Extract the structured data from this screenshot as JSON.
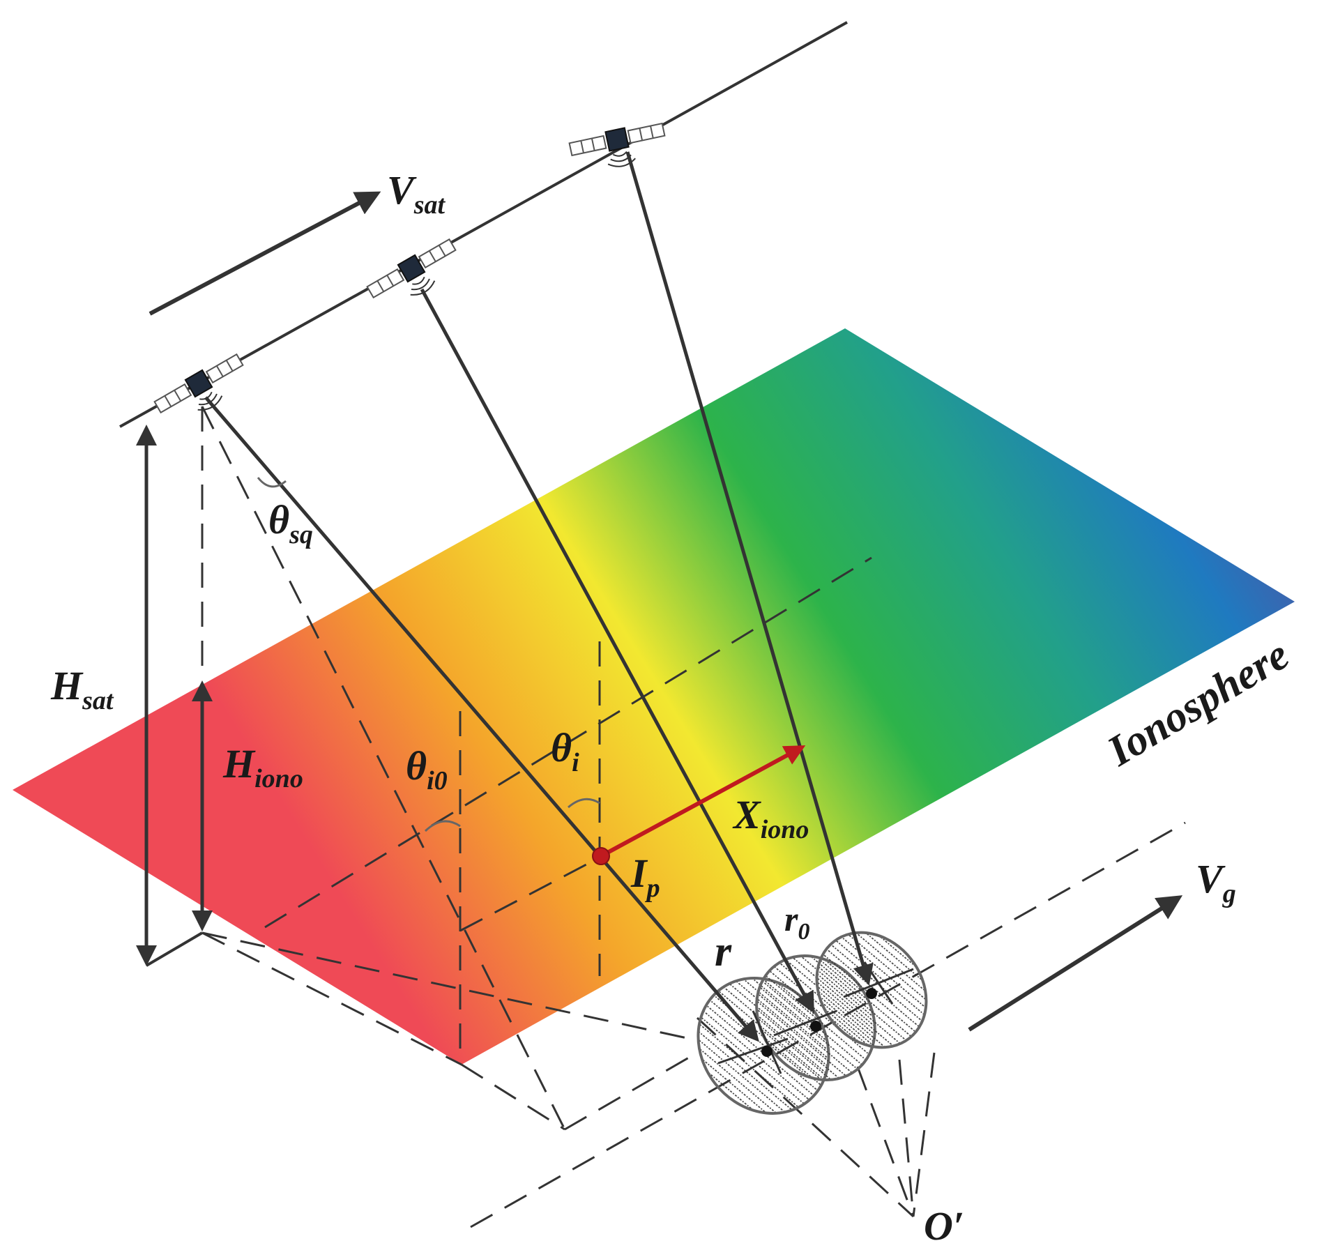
{
  "labels": {
    "v_sat": {
      "main": "V",
      "sub": "sat"
    },
    "h_sat": {
      "main": "H",
      "sub": "sat"
    },
    "h_iono": {
      "main": "H",
      "sub": "iono"
    },
    "theta_sq": {
      "main": "θ",
      "sub": "sq"
    },
    "theta_i0": {
      "main": "θ",
      "sub": "i0"
    },
    "theta_i": {
      "main": "θ",
      "sub": "i"
    },
    "x_iono": {
      "main": "X",
      "sub": "iono"
    },
    "i_p": {
      "main": "I",
      "sub": "p"
    },
    "r": {
      "main": "r"
    },
    "r0": {
      "main": "r",
      "sub": "0"
    },
    "v_g": {
      "main": "V",
      "sub": "g"
    },
    "o_prime": {
      "main": "O′"
    },
    "ionosphere": "Ionosphere"
  },
  "colors": {
    "line": "#333333",
    "arrow": "#333333",
    "ionosphere_vector": "#c01a1f",
    "pierce_point": "#c01a1f",
    "gradient": [
      "#ef4a56",
      "#f4a52b",
      "#f2e830",
      "#2db34a",
      "#22a08a",
      "#1f7ac0",
      "#4a5aa6"
    ]
  },
  "icons": {
    "satellite": "satellite-icon",
    "footprint": "beam-footprint-icon"
  }
}
